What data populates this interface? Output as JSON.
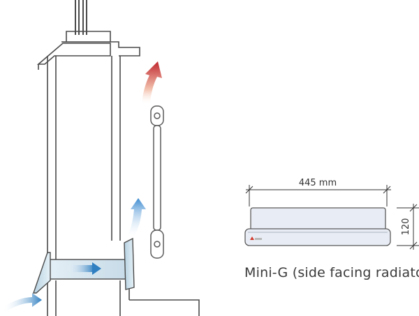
{
  "dimensions": {
    "width_label": "445 mm",
    "height_label": "120"
  },
  "caption": "Mini-G (side facing radiator)",
  "colors": {
    "line": "#4a4a4a",
    "glass": "#cfe3ee",
    "glass_dark": "#9fc1d4",
    "hot_arrow": "#c0262d",
    "cold_arrow": "#2f7fc1",
    "radiator_fill": "#e8ecf4",
    "radiator_stroke": "#5a5a5a",
    "badge": "#d23b2e"
  },
  "icons": {
    "warm_air": "curved-arrow-up-red",
    "cool_air_up": "curved-arrow-up-blue",
    "cool_air_in": "curved-arrow-in-blue",
    "flow": "straight-arrow-right-blue"
  }
}
